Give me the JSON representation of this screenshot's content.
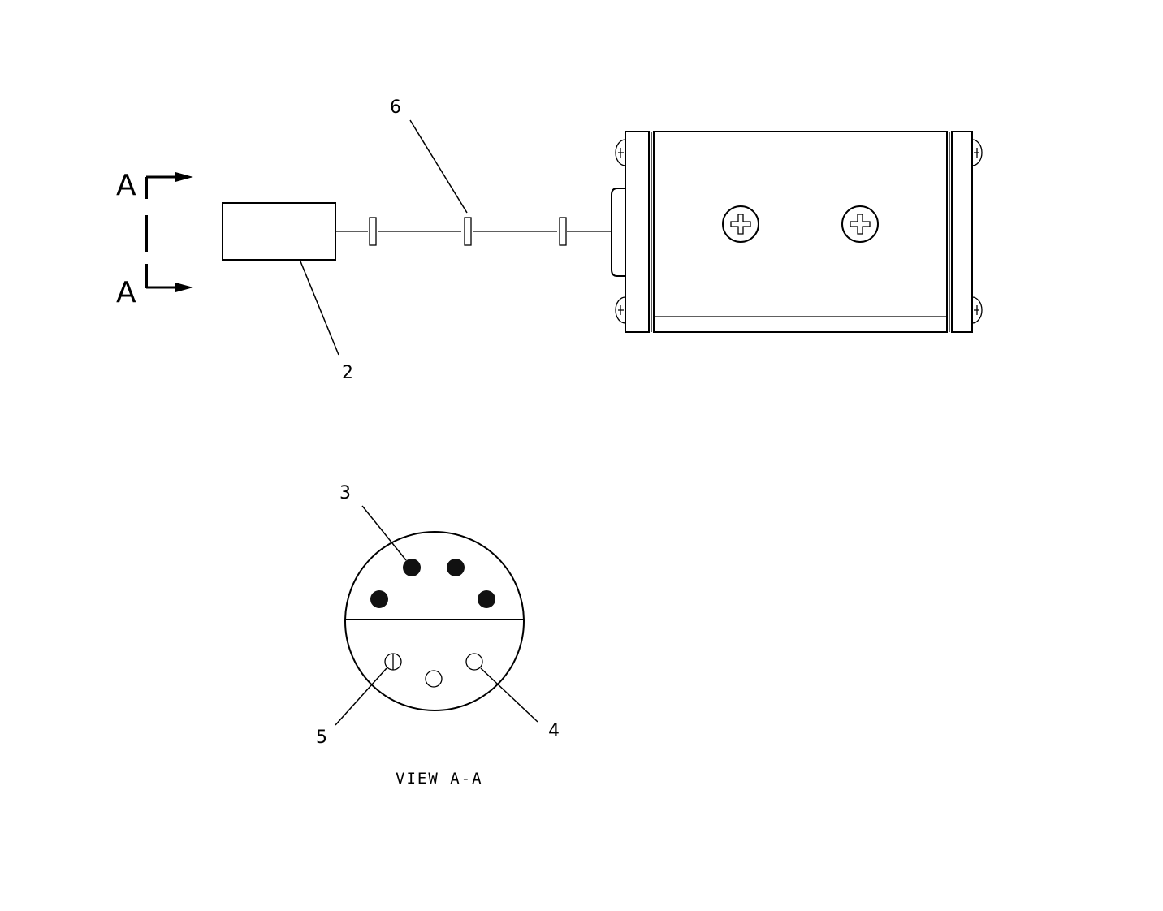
{
  "section_marker": {
    "top_letter": "A",
    "bottom_letter": "A"
  },
  "callouts": {
    "part_2": "2",
    "part_3": "3",
    "part_4": "4",
    "part_5": "5",
    "part_6": "6"
  },
  "view_caption": "VIEW A-A"
}
